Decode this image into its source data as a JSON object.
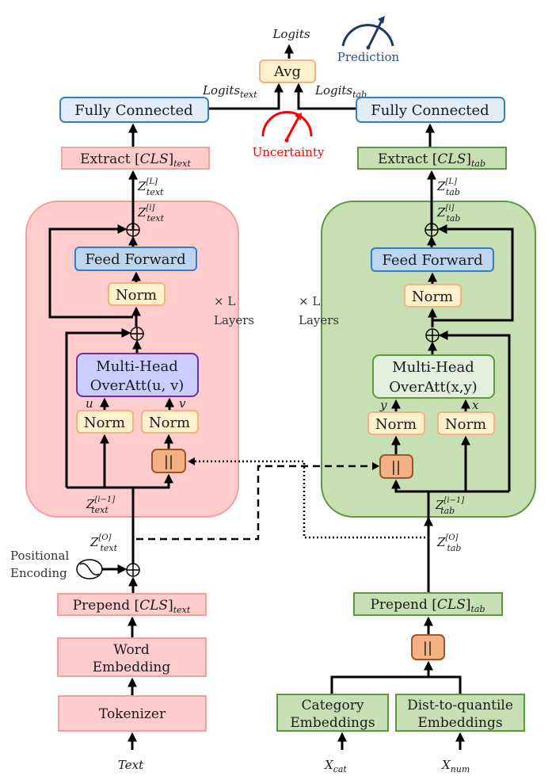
{
  "top": {
    "logits_label": "Logits",
    "avg_label": "Avg",
    "logits_text_base": "Logits",
    "logits_text_sub": "text",
    "logits_tab_base": "Logits",
    "logits_tab_sub": "tab",
    "prediction_label": "Prediction",
    "uncertainty_label": "Uncertainty"
  },
  "text_branch": {
    "fully_connected": "Fully Connected",
    "extract_prefix": "Extract [",
    "extract_cls": "CLS",
    "extract_suffix": "]",
    "extract_sub": "text",
    "z_L_sup": "[L]",
    "z_i_sup": "[i]",
    "z_im1_sup": "[i−1]",
    "z_0_sup": "[O]",
    "z_base": "Z",
    "z_sub": "text",
    "feed_forward": "Feed Forward",
    "norm": "Norm",
    "mha_line1": "Multi-Head",
    "mha_line2": "OverAtt(u, v)",
    "input_u": "u",
    "input_v": "v",
    "concat": "||",
    "layers_line1": "× L",
    "layers_line2": "Layers",
    "positional_line1": "Positional",
    "positional_line2": "Encoding",
    "prepend_prefix": "Prepend [",
    "prepend_cls": "CLS",
    "prepend_suffix": "]",
    "prepend_sub": "text",
    "word_embedding_line1": "Word",
    "word_embedding_line2": "Embedding",
    "tokenizer": "Tokenizer",
    "input": "Text"
  },
  "tab_branch": {
    "fully_connected": "Fully Connected",
    "extract_prefix": "Extract [",
    "extract_cls": "CLS",
    "extract_suffix": "]",
    "extract_sub": "tab",
    "z_L_sup": "[L]",
    "z_i_sup": "[i]",
    "z_im1_sup": "[i−1]",
    "z_0_sup": "[O]",
    "z_base": "Z",
    "z_sub": "tab",
    "feed_forward": "Feed Forward",
    "norm": "Norm",
    "mha_line1": "Multi-Head",
    "mha_line2": "OverAtt(x,y)",
    "input_y": "y",
    "input_x": "x",
    "concat": "||",
    "layers_line1": "× L",
    "layers_line2": "Layers",
    "prepend_prefix": "Prepend [",
    "prepend_cls": "CLS",
    "prepend_suffix": "]",
    "prepend_sub": "tab",
    "category_line1": "Category",
    "category_line2": "Embeddings",
    "quantile_line1": "Dist-to-quantile",
    "quantile_line2": "Embeddings",
    "input_cat_base": "X",
    "input_cat_sub": "cat",
    "input_num_base": "X",
    "input_num_sub": "num"
  },
  "colors": {
    "text_block_fill": "#ffcccc",
    "text_block_stroke": "#f4a0a0",
    "tab_block_fill": "#c6e0b4",
    "tab_block_stroke": "#5a9a3c",
    "fc_fill": "#e0ecf8",
    "fc_stroke": "#3a7cc0",
    "ff_fill": "#bcd6f0",
    "norm_fill": "#fff1cc",
    "norm_stroke": "#f4b183",
    "mha_text_fill": "#ccccff",
    "mha_text_stroke": "#7030a0",
    "mha_tab_fill": "#e2efda",
    "concat_fill": "#f4b183",
    "concat_stroke": "#a0522d",
    "prediction": "#1f3864",
    "uncertainty": "#ff0000"
  }
}
